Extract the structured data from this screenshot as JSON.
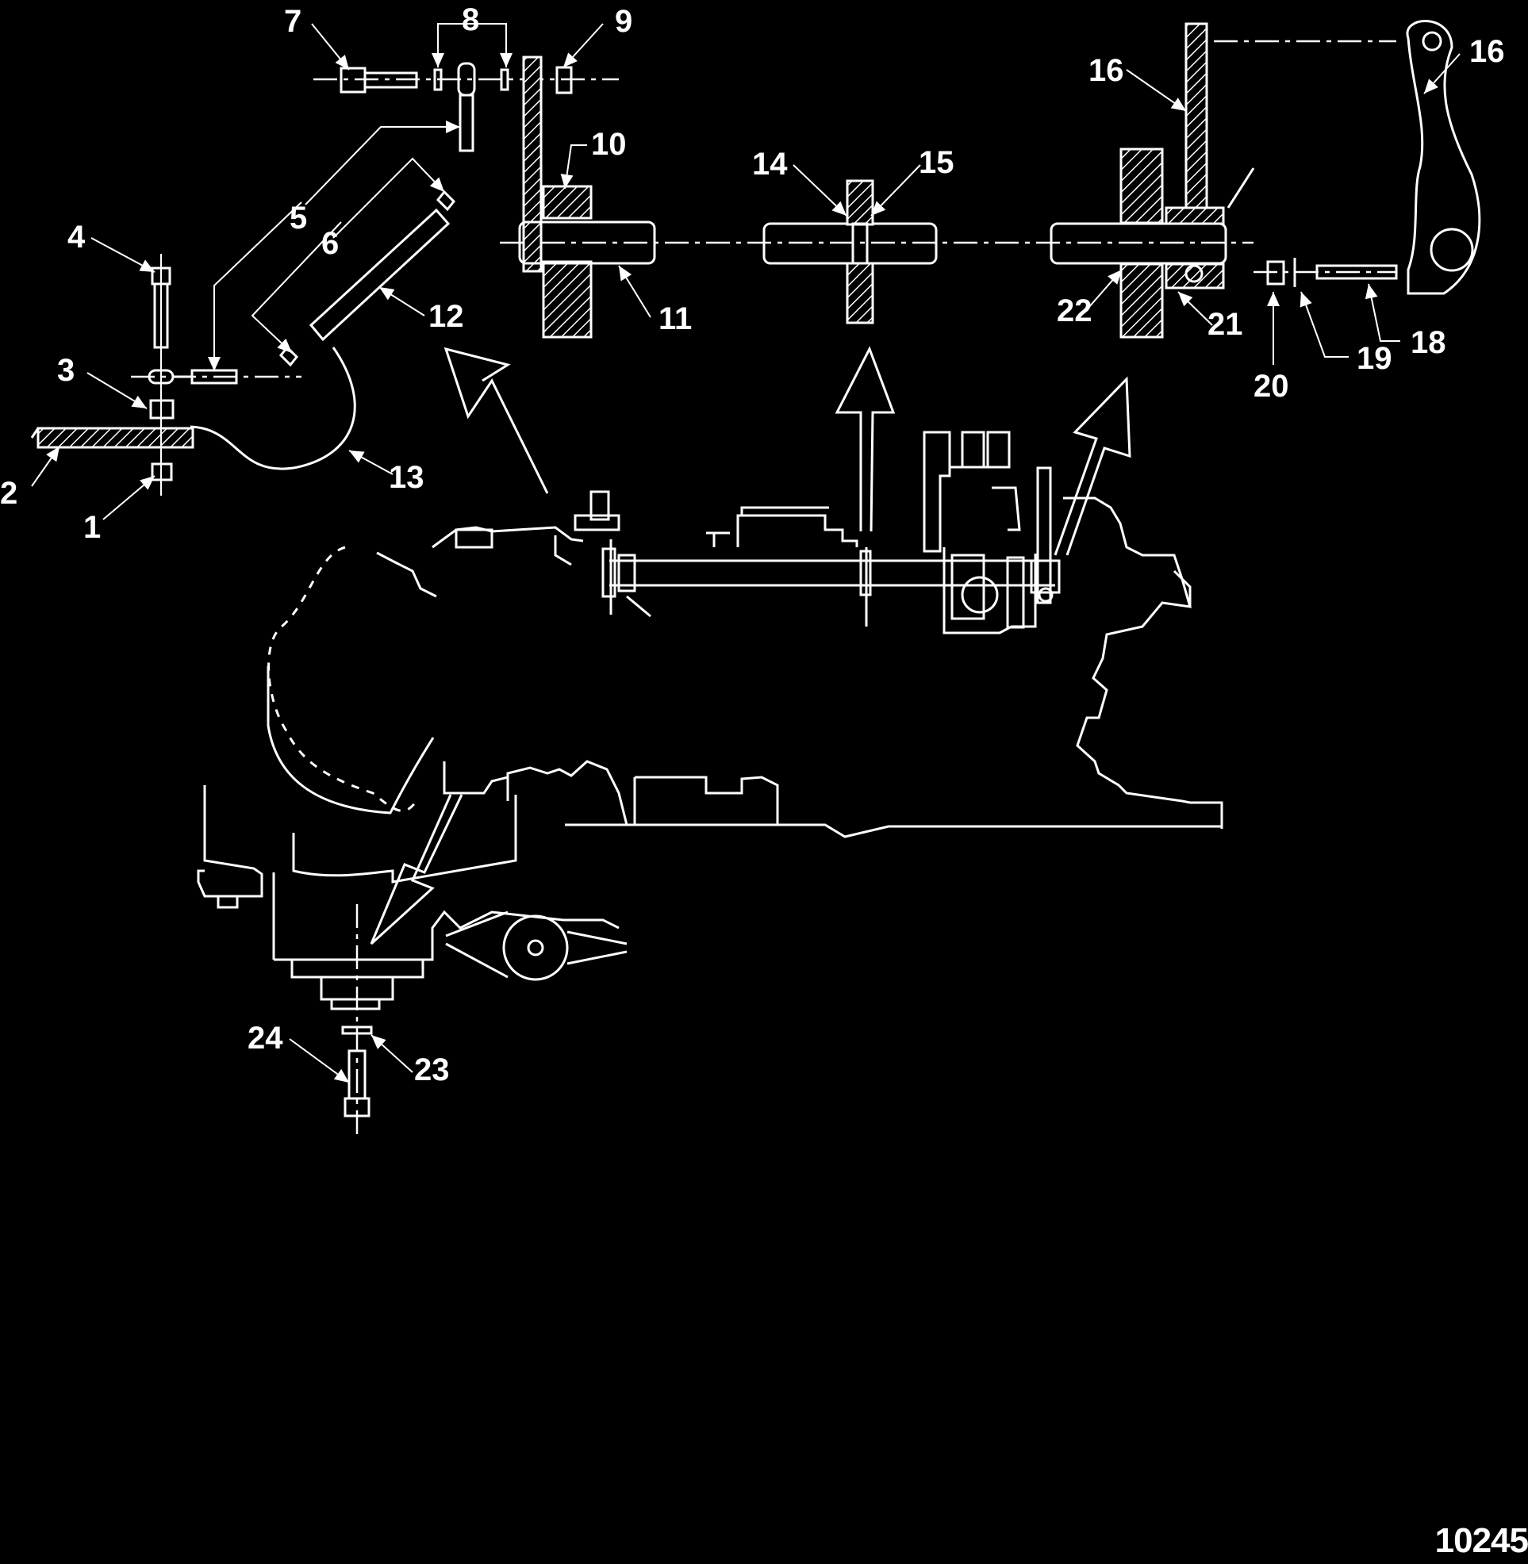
{
  "figure_number": "10245",
  "callouts": [
    {
      "id": "1",
      "label": "1"
    },
    {
      "id": "2",
      "label": "2"
    },
    {
      "id": "3",
      "label": "3"
    },
    {
      "id": "4",
      "label": "4"
    },
    {
      "id": "5",
      "label": "5"
    },
    {
      "id": "6",
      "label": "6"
    },
    {
      "id": "7",
      "label": "7"
    },
    {
      "id": "8",
      "label": "8"
    },
    {
      "id": "9",
      "label": "9"
    },
    {
      "id": "10",
      "label": "10"
    },
    {
      "id": "11",
      "label": "11"
    },
    {
      "id": "12",
      "label": "12"
    },
    {
      "id": "13",
      "label": "13"
    },
    {
      "id": "14",
      "label": "14"
    },
    {
      "id": "15",
      "label": "15"
    },
    {
      "id": "16a",
      "label": "16"
    },
    {
      "id": "16b",
      "label": "16"
    },
    {
      "id": "18",
      "label": "18"
    },
    {
      "id": "19",
      "label": "19"
    },
    {
      "id": "20",
      "label": "20"
    },
    {
      "id": "21",
      "label": "21"
    },
    {
      "id": "22",
      "label": "22"
    },
    {
      "id": "23",
      "label": "23"
    },
    {
      "id": "24",
      "label": "24"
    }
  ]
}
